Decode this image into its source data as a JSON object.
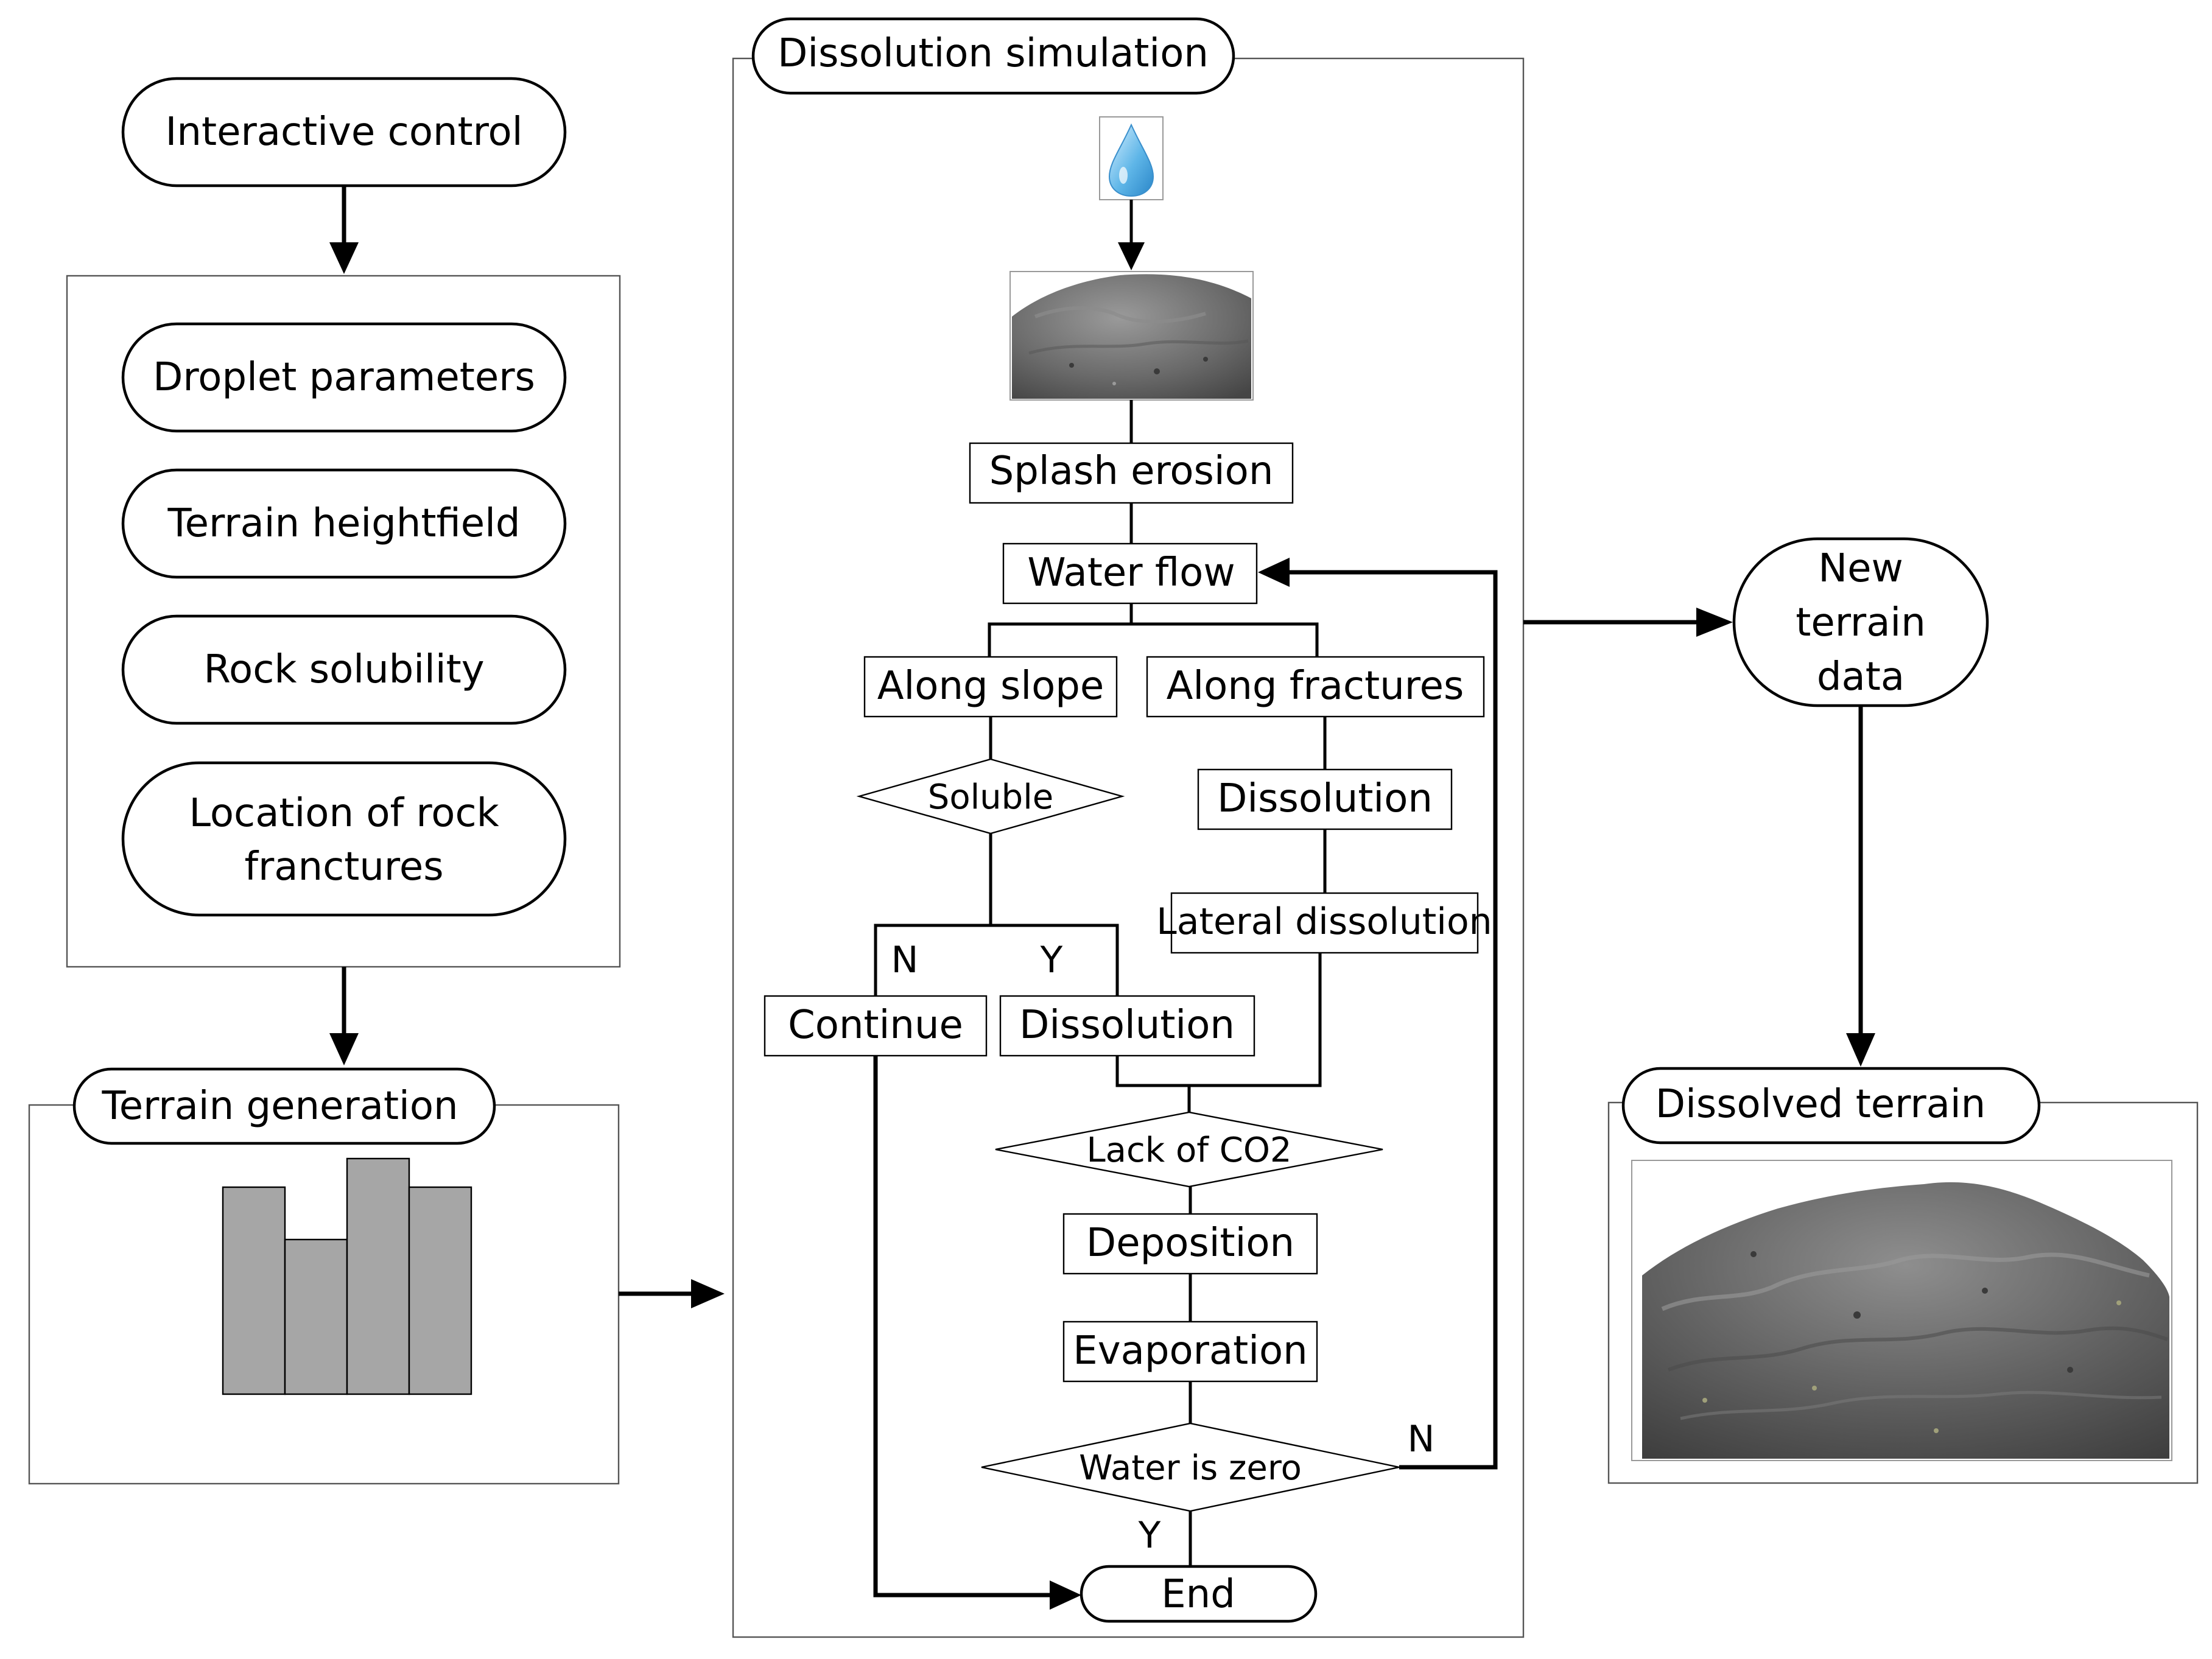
{
  "sections": {
    "interactive_control": "Interactive control",
    "terrain_generation": "Terrain generation",
    "dissolution_simulation": "Dissolution simulation",
    "new_terrain_data": [
      "New",
      "terrain",
      "data"
    ],
    "dissolved_terrain": "Dissolved terrain"
  },
  "inputs": {
    "droplet_parameters": "Droplet parameters",
    "terrain_heightfield": "Terrain heightfield",
    "rock_solubility": "Rock solubility",
    "location_of_rock_fractures": [
      "Location of rock",
      "franctures"
    ]
  },
  "process": {
    "splash_erosion": "Splash erosion",
    "water_flow": "Water flow",
    "along_slope": "Along slope",
    "along_fractures": "Along fractures",
    "soluble": "Soluble",
    "dissolution_fracture": "Dissolution",
    "lateral_dissolution": "Lateral dissolution",
    "continue": "Continue",
    "dissolution_slope": "Dissolution",
    "lack_of_co2": "Lack of CO2",
    "deposition": "Deposition",
    "evaporation": "Evaporation",
    "water_is_zero": "Water is zero",
    "end": "End"
  },
  "labels": {
    "soluble_no": "N",
    "soluble_yes": "Y",
    "water_zero_no": "N",
    "water_zero_yes": "Y"
  },
  "colors": {
    "bar_fill": "#a6a6a6",
    "droplet": "#5fb6e8",
    "rock": "#6e6e6e"
  },
  "icons": {
    "droplet": "water-droplet-icon",
    "rock_initial": "rock-terrain-image",
    "rock_dissolved": "dissolved-terrain-image"
  }
}
